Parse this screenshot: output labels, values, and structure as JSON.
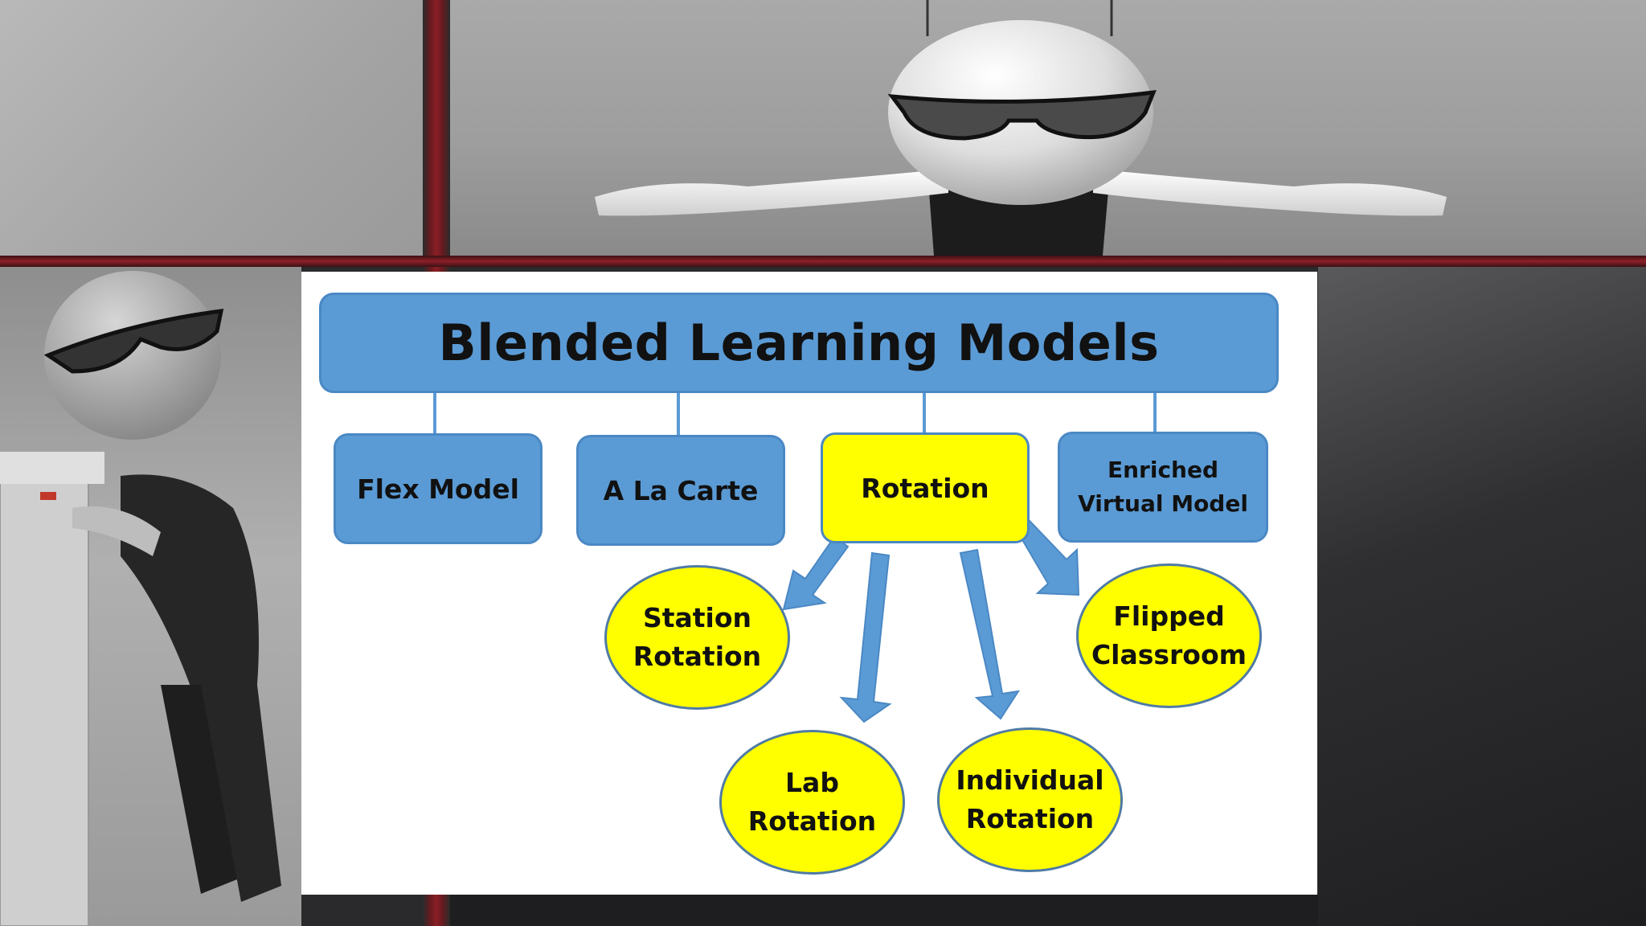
{
  "diagram": {
    "title": "Blended Learning Models",
    "models": [
      {
        "label": "Flex Model"
      },
      {
        "label": "A La Carte"
      },
      {
        "label": "Rotation"
      },
      {
        "label": "Enriched\nVirtual Model"
      }
    ],
    "rotation_types": [
      {
        "label": "Station\nRotation"
      },
      {
        "label": "Lab\nRotation"
      },
      {
        "label": "Individual\nRotation"
      },
      {
        "label": "Flipped\nClassroom"
      }
    ],
    "colors": {
      "box_blue": "#5b9bd5",
      "highlight_yellow": "#ffff00",
      "arrow_blue": "#5b9bd5",
      "connector_blue": "#5b9bd5",
      "frame_red": "#8d2029"
    }
  }
}
